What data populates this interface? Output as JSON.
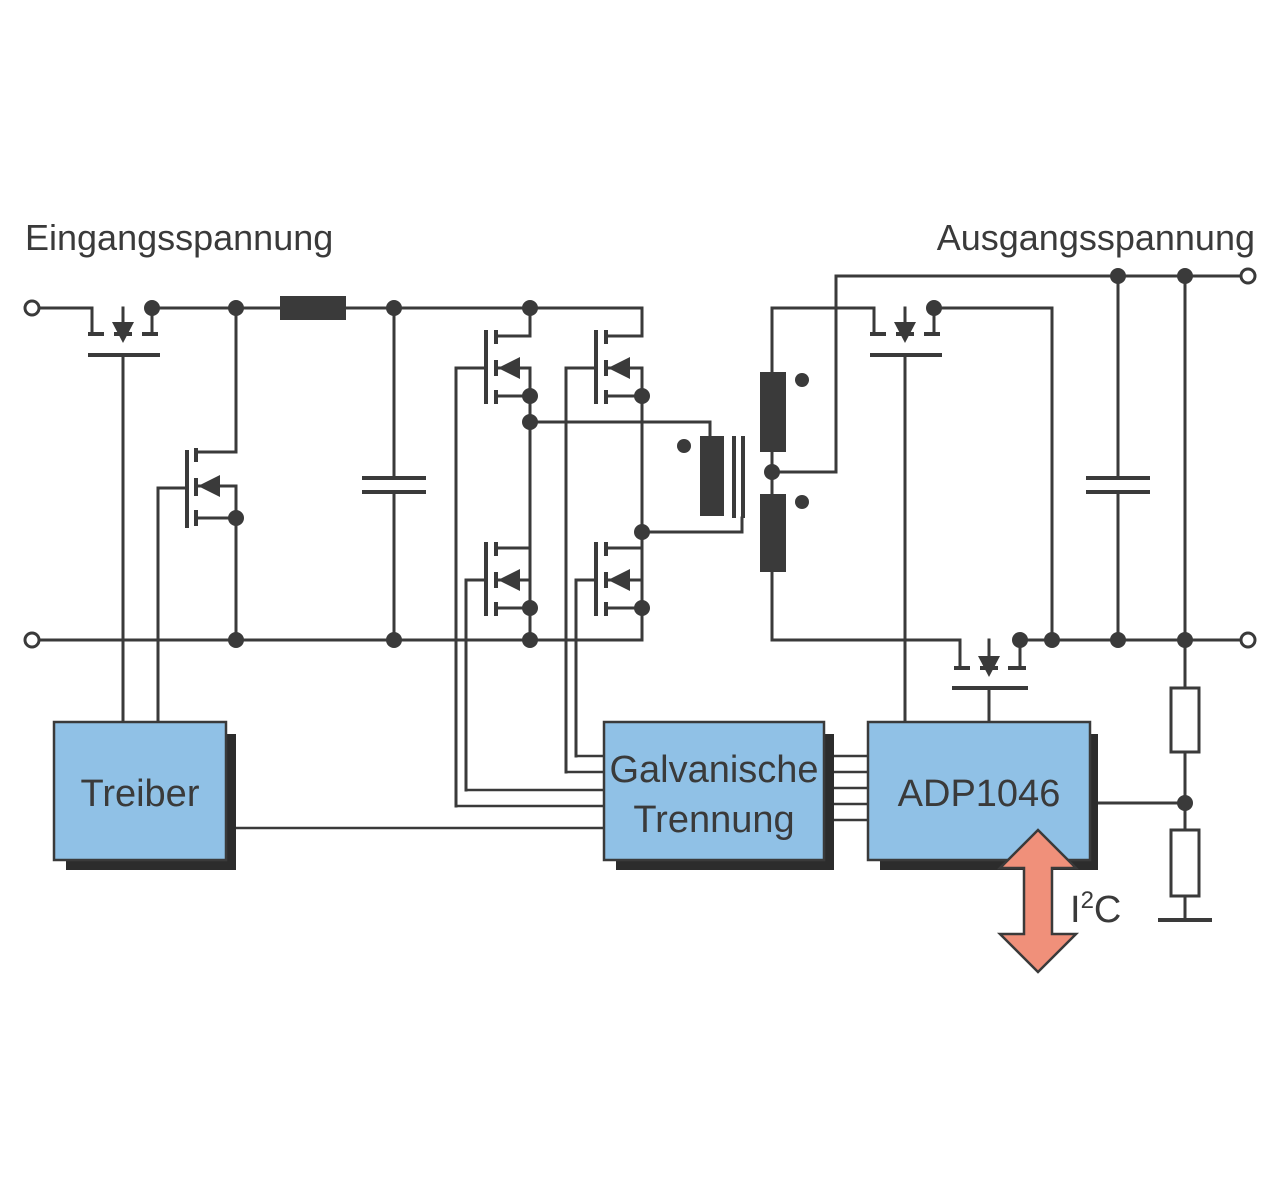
{
  "labels": {
    "input_voltage": "Eingangsspannung",
    "output_voltage": "Ausgangsspannung",
    "i2c_base": "I",
    "i2c_sup": "2",
    "i2c_tail": "C"
  },
  "blocks": {
    "driver": "Treiber",
    "isolation_line1": "Galvanische",
    "isolation_line2": "Trennung",
    "controller": "ADP1046"
  },
  "colors": {
    "block_fill": "#90c1e6",
    "arrow_fill": "#f0907a",
    "wire": "#3a3a3a"
  }
}
